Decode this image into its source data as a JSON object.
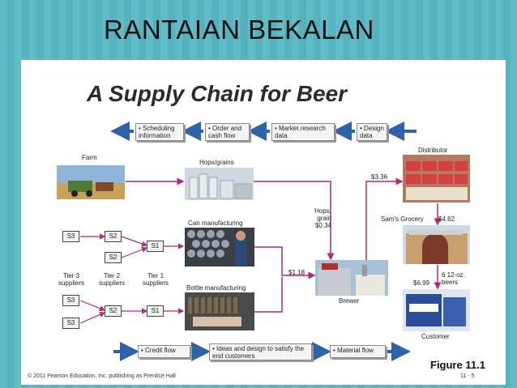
{
  "slide": {
    "title": "RANTAIAN BEKALAN"
  },
  "figure": {
    "title": "A Supply Chain for Beer",
    "number": "Figure 11.1",
    "copyright": "© 2011 Pearson Education, Inc. publishing as Prentice Hall",
    "page": "11 - 5"
  },
  "top_flow": [
    {
      "label": "• Scheduling information"
    },
    {
      "label": "• Order and cash flow"
    },
    {
      "label": "• Market research data"
    },
    {
      "label": "• Design data"
    }
  ],
  "bottom_flow": [
    {
      "label": "• Credit flow"
    },
    {
      "label": "• Ideas and design to satisfy the end customers"
    },
    {
      "label": "• Material flow"
    }
  ],
  "nodes": {
    "farm": "Farm",
    "hops": "Hops/grains",
    "can": "Can manufacturing",
    "bottle": "Bottle manufacturing",
    "brewer": "Brewer",
    "distributor": "Distributor",
    "grocery": "Sam's Grocery",
    "customer": "Customer"
  },
  "prices": {
    "hops_grain": "Hops, grain $0.34",
    "can": "$1.18",
    "distributor": "$3.36",
    "grocery": "$4.62",
    "customer": "$6.99",
    "customer_unit": "6 12-oz. beers"
  },
  "suppliers": {
    "s1": "S1",
    "s2": "S2",
    "s3": "S3",
    "tier3": "Tier 3 suppliers",
    "tier2": "Tier 2 suppliers",
    "tier1": "Tier 1 suppliers"
  },
  "colors": {
    "arrow": "#2f63a8",
    "flow_line": "#b0297a",
    "panel": "#ffffff"
  }
}
